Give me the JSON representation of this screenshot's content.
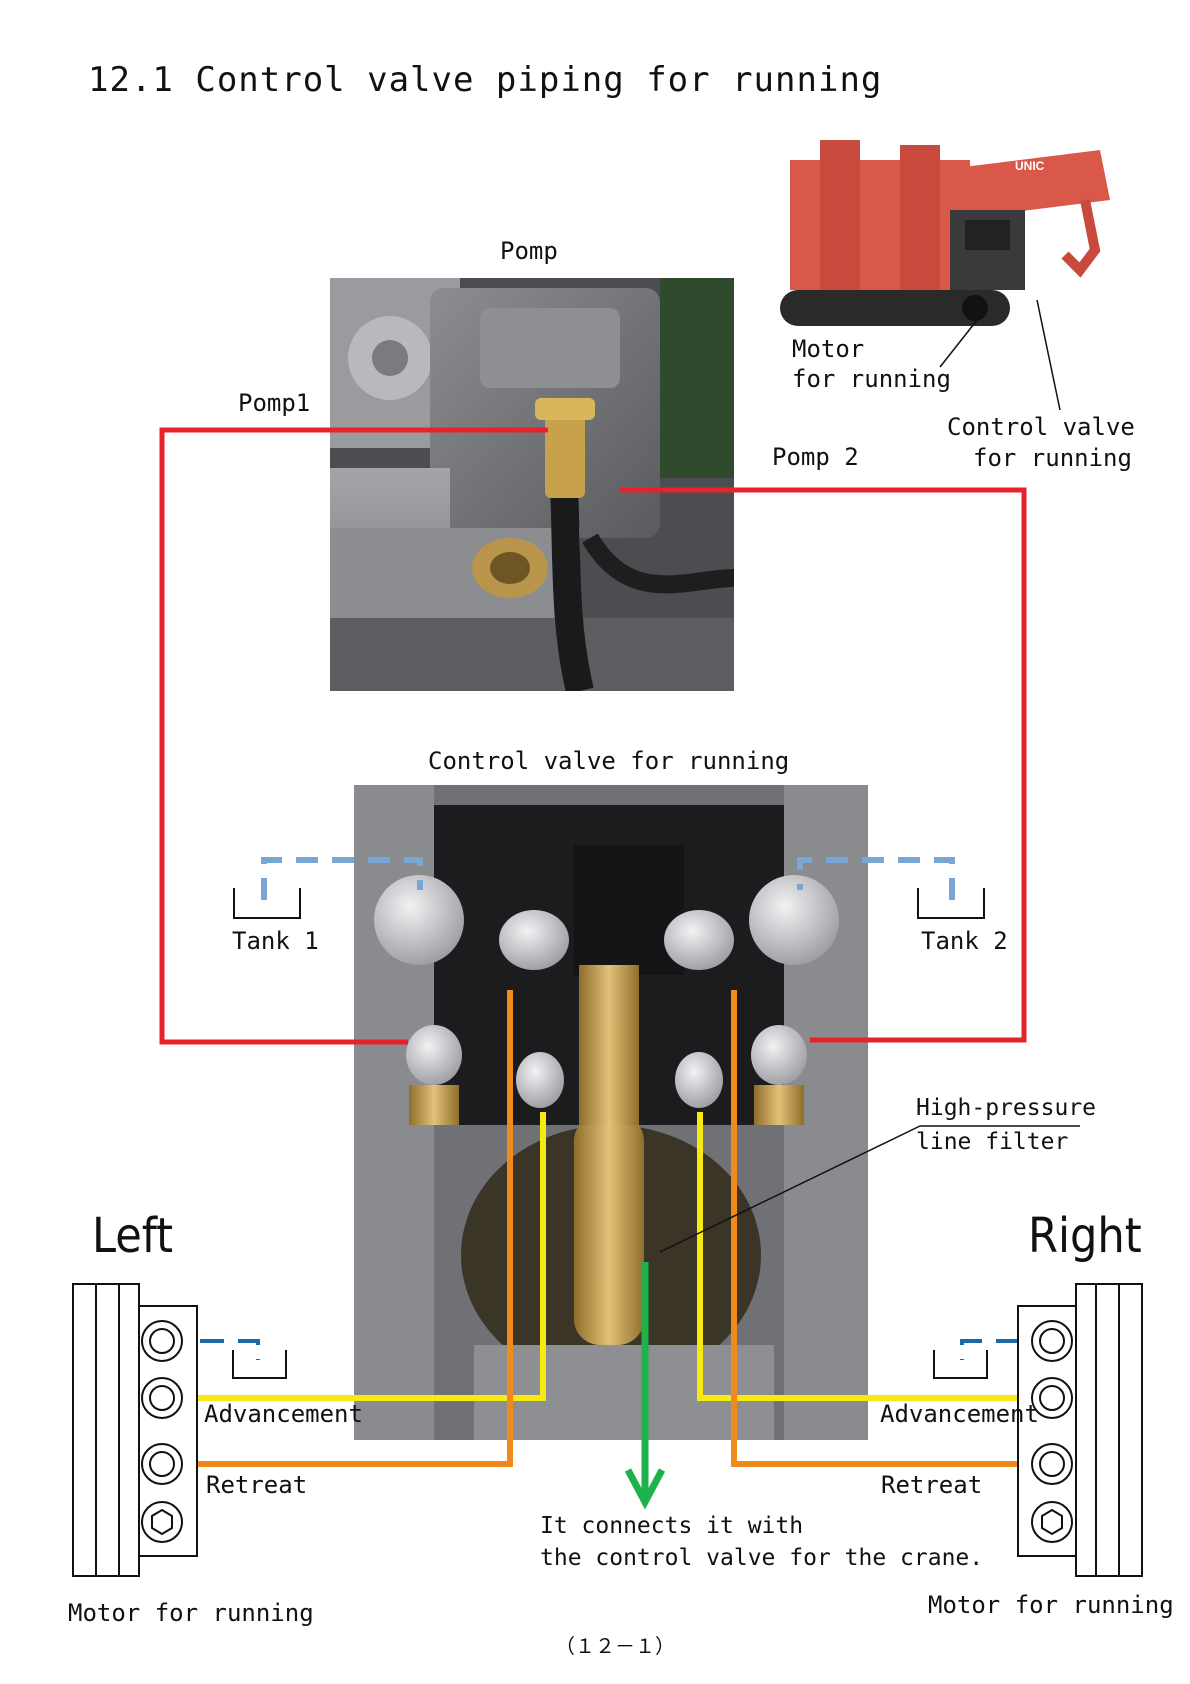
{
  "page": {
    "title": "12.1 Control valve piping for running",
    "page_number": "（１２－１）"
  },
  "labels": {
    "pomp": "Pomp",
    "pomp1": "Pomp1",
    "pomp2": "Pomp 2",
    "control_valve_photo": "Control valve for running",
    "tank1": "Tank 1",
    "tank2": "Tank 2",
    "high_pressure_filter_line1": "High-pressure",
    "high_pressure_filter_line2": "line filter",
    "left": "Left",
    "right": "Right",
    "advancement_left": "Advancement",
    "retreat_left": "Retreat",
    "advancement_right": "Advancement",
    "retreat_right": "Retreat",
    "connects_line1": "It connects it with",
    "connects_line2": "the control valve for the crane.",
    "motor_left": "Motor for running",
    "motor_right": "Motor for running"
  },
  "crane_inset": {
    "brand_text": "UNIC",
    "motor_label_line1": "Motor",
    "motor_label_line2": "for running",
    "control_label_line1": "Control valve",
    "control_label_line2": "for running"
  },
  "colors": {
    "pump_line": "#e8222b",
    "tank_line": "#7aa6d4",
    "advancement_line": "#f6ea12",
    "retreat_line": "#f08a1c",
    "crane_line": "#1fb14a",
    "crane_body": "#d9584a"
  }
}
